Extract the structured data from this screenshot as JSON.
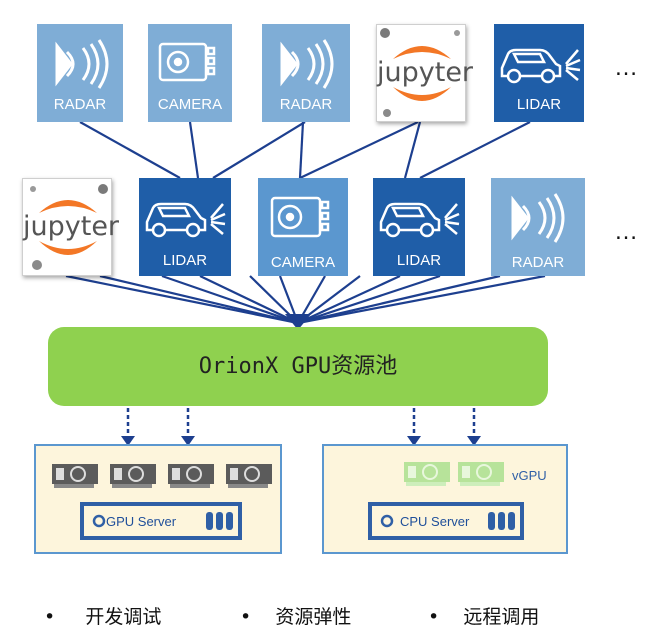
{
  "row1": [
    {
      "kind": "radar",
      "label": "RADAR"
    },
    {
      "kind": "camera",
      "label": "CAMERA"
    },
    {
      "kind": "radar",
      "label": "RADAR"
    },
    {
      "kind": "jupyter",
      "label": "jupyter"
    },
    {
      "kind": "lidar",
      "label": "LIDAR"
    }
  ],
  "row2": [
    {
      "kind": "jupyter",
      "label": "jupyter"
    },
    {
      "kind": "lidar",
      "label": "LIDAR"
    },
    {
      "kind": "camera",
      "label": "CAMERA"
    },
    {
      "kind": "lidar",
      "label": "LIDAR"
    },
    {
      "kind": "radar",
      "label": "RADAR"
    }
  ],
  "ellipsis": "…",
  "pool_label": "OrionX GPU资源池",
  "servers": {
    "gpu": {
      "label": "GPU Server"
    },
    "cpu": {
      "label": "CPU Server",
      "vgpu_label": "vGPU"
    }
  },
  "bullets": [
    {
      "symbol": "•",
      "text": "开发调试"
    },
    {
      "symbol": "•",
      "text": "资源弹性"
    },
    {
      "symbol": "•",
      "text": "远程调用"
    }
  ],
  "colors": {
    "tile_light": "#7fadd6",
    "tile_mid": "#5b97cf",
    "tile_dark": "#1f5ea8",
    "pool_green": "#8fd14f",
    "line_navy": "#1d3f8f",
    "jupyter_orange": "#f37726"
  }
}
